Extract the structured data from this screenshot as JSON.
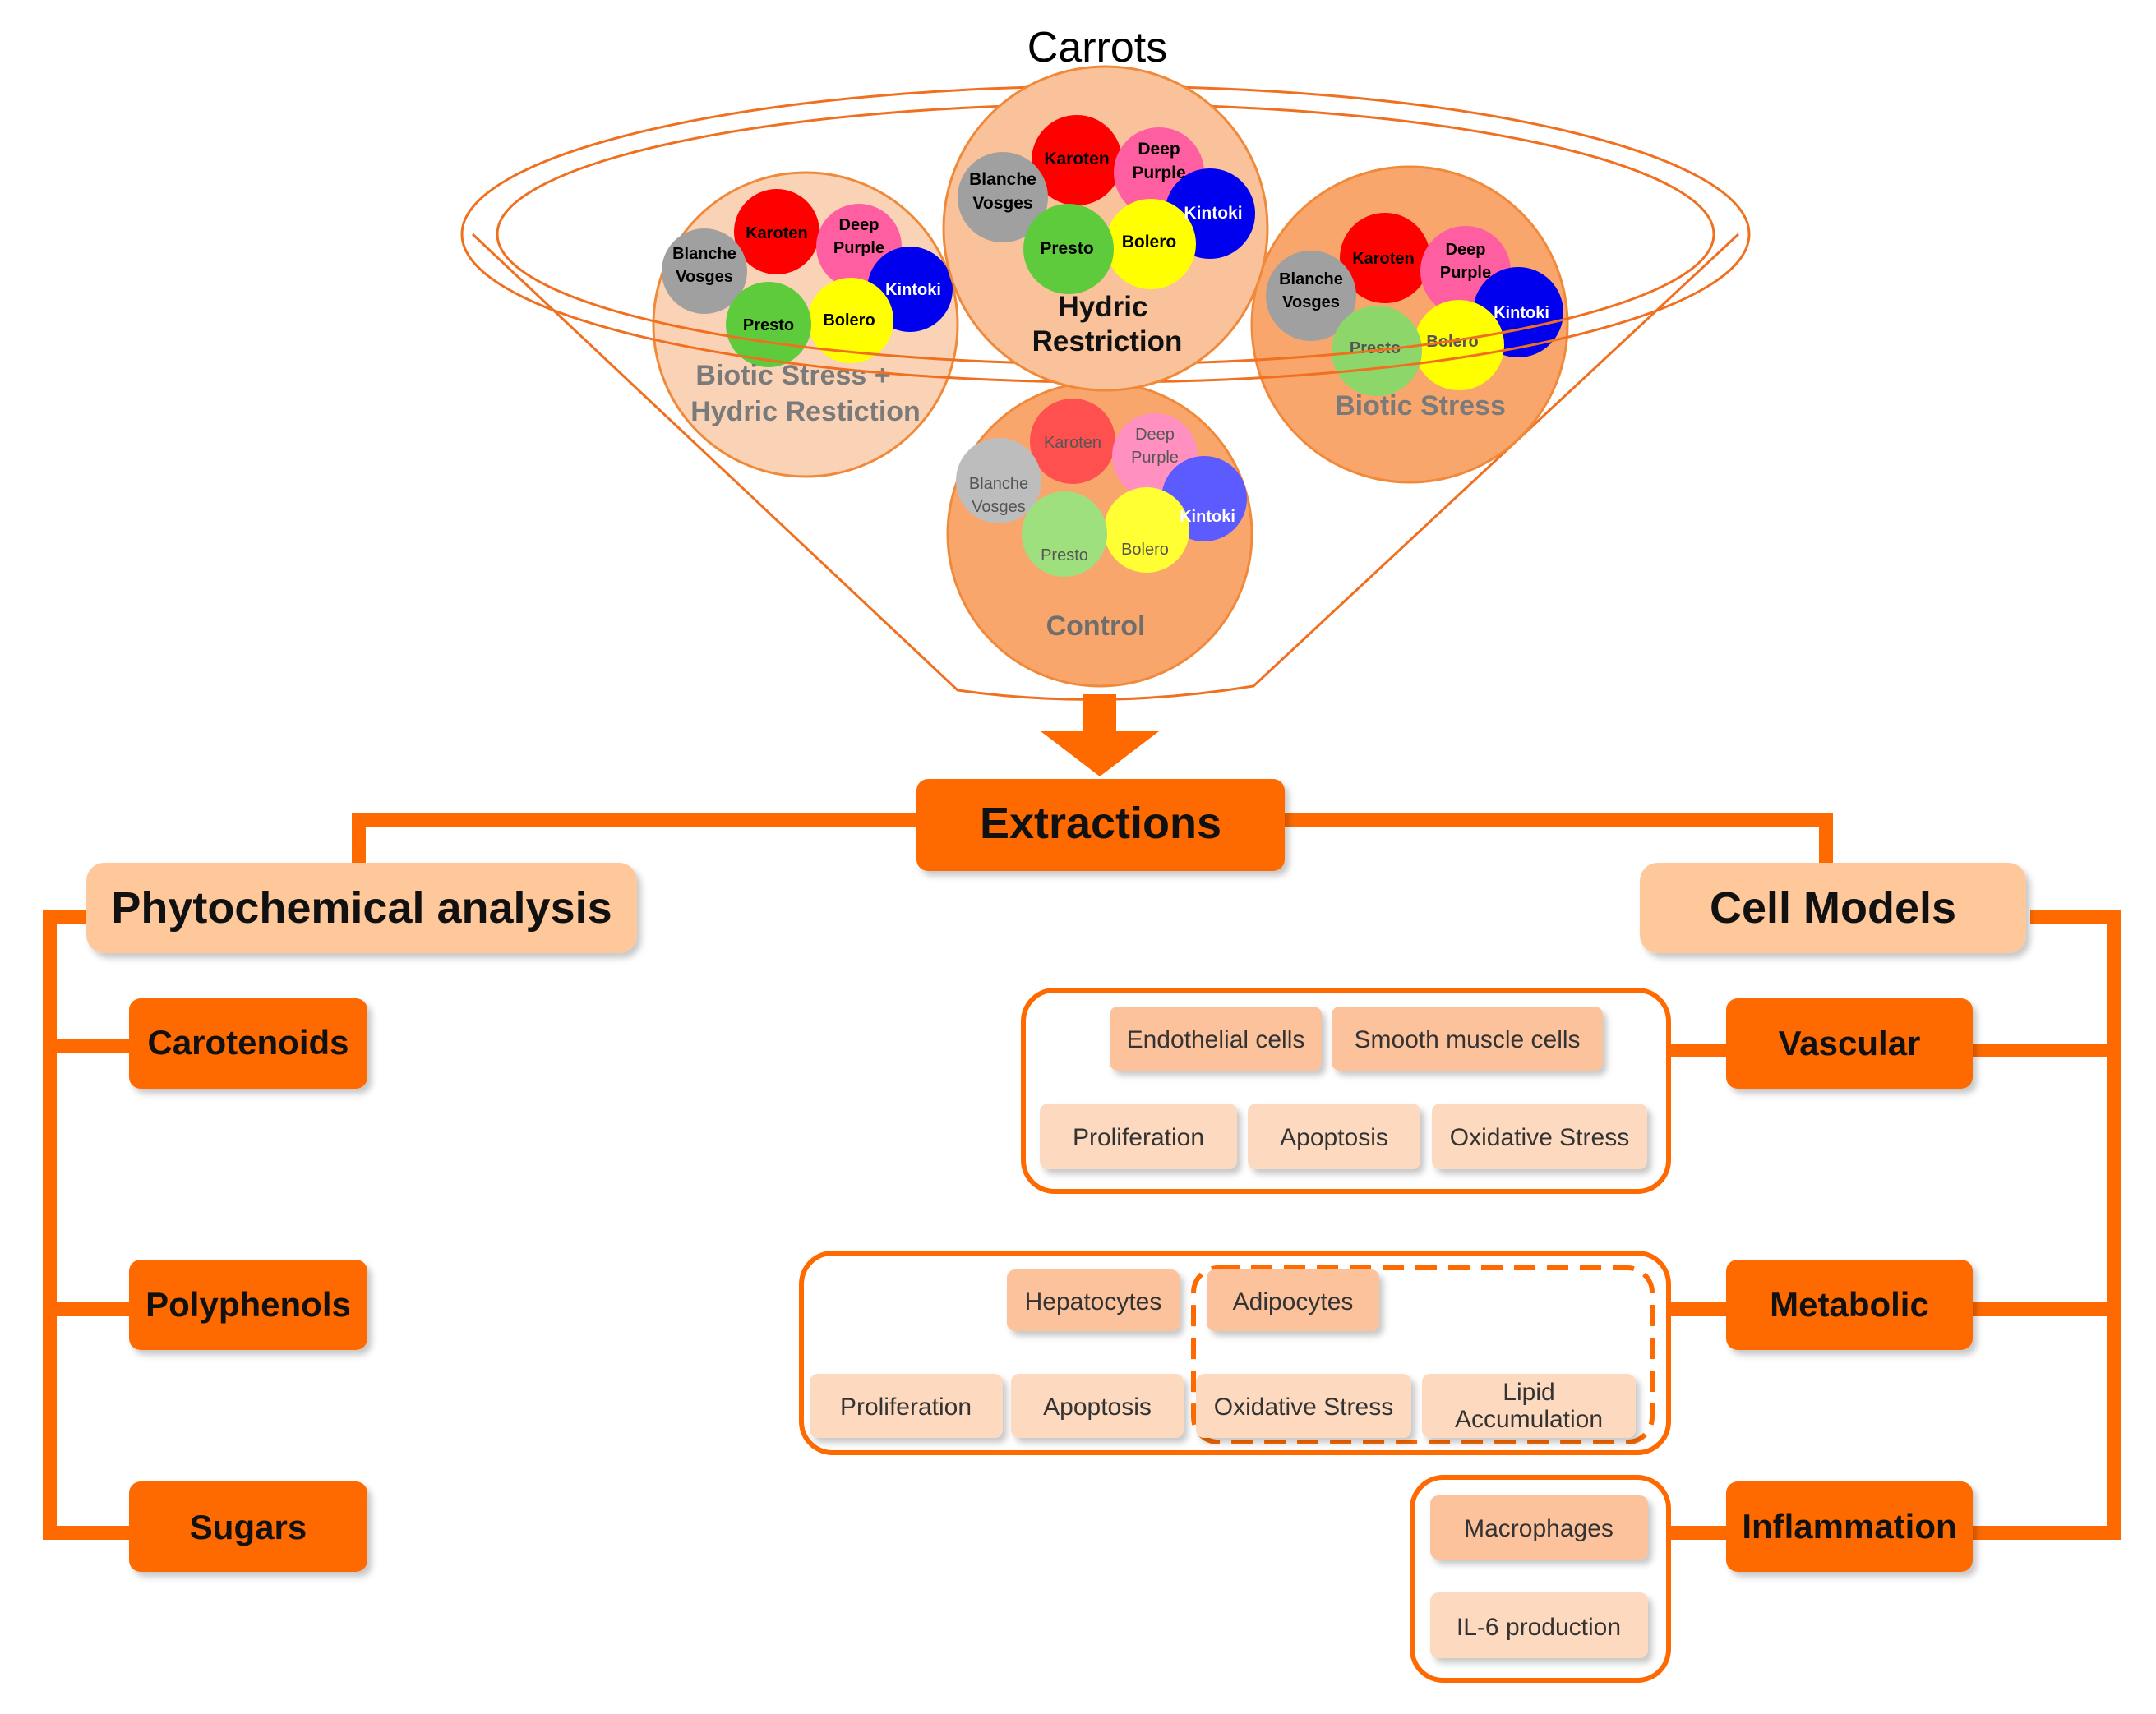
{
  "title": "Carrots",
  "varieties": {
    "karoten": "Karoten",
    "deep_purple_1": "Deep",
    "deep_purple_2": "Purple",
    "blanche_vosges_1": "Blanche",
    "blanche_vosges_2": "Vosges",
    "kintoki": "Kintoki",
    "presto": "Presto",
    "bolero": "Bolero"
  },
  "groups": [
    {
      "id": "hydric",
      "label_lines": [
        "Hydric",
        "Restriction"
      ]
    },
    {
      "id": "biotic-hydric",
      "label_lines": [
        "Biotic Stress +",
        "Hydric Restiction"
      ]
    },
    {
      "id": "biotic",
      "label_lines": [
        "Biotic Stress"
      ]
    },
    {
      "id": "control",
      "label_lines": [
        "Control"
      ]
    }
  ],
  "extractions": "Extractions",
  "phytochemical": {
    "title": "Phytochemical analysis",
    "items": [
      "Carotenoids",
      "Polyphenols",
      "Sugars"
    ]
  },
  "cell_models": {
    "title": "Cell Models",
    "vascular": {
      "label": "Vascular",
      "cells": [
        "Endothelial cells",
        "Smooth muscle cells"
      ],
      "assays": [
        "Proliferation",
        "Apoptosis",
        "Oxidative Stress"
      ]
    },
    "metabolic": {
      "label": "Metabolic",
      "cells": [
        "Hepatocytes",
        "Adipocytes"
      ],
      "assays": [
        "Proliferation",
        "Apoptosis",
        "Oxidative Stress"
      ],
      "lipid_lines": [
        "Lipid",
        "Accumulation"
      ]
    },
    "inflammation": {
      "label": "Inflammation",
      "cells": [
        "Macrophages"
      ],
      "assays": [
        "IL-6 production"
      ]
    }
  },
  "colors": {
    "orange": "#FF6A00",
    "orange_dark": "#F26100",
    "peach": "#FFC89B",
    "peach_light": "#FDD9BF",
    "circle_fill": "#F9A66C",
    "circle_fill_light": "#FAD3B6",
    "karoten": "#FF0000",
    "deep_purple": "#FF5FA0",
    "blanche_vosges": "#A0A0A0",
    "kintoki": "#0000EE",
    "presto": "#5DCB3C",
    "bolero": "#FFFF00"
  }
}
